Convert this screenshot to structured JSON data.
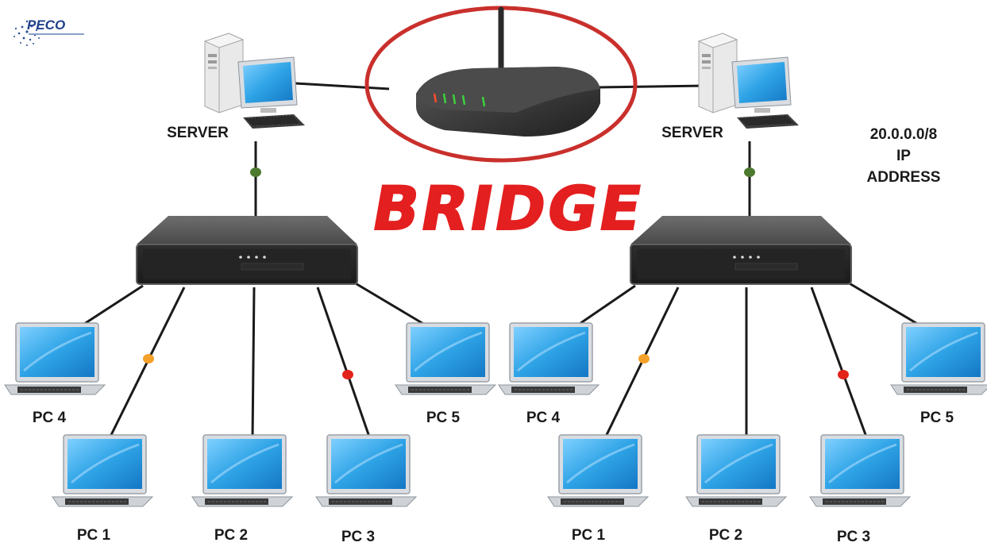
{
  "logo": {
    "text": "PECO",
    "icon": "globe-dots-icon"
  },
  "title": "BRIDGE",
  "ip_info": {
    "line1": "20.0.0.0/8",
    "line2": "IP ADDRESS"
  },
  "colors": {
    "title": "#e41f1f",
    "highlight_ring": "#c9302c",
    "cable": "#1a1a1a",
    "screen": "#2ea3e6",
    "switch_body": "#3c3c3c",
    "node_green": "#4c7a2e",
    "node_orange": "#f4a12a",
    "node_red": "#e2231a"
  },
  "networks": [
    {
      "server_label": "SERVER",
      "pcs": [
        {
          "label": "PC 4"
        },
        {
          "label": "PC 1"
        },
        {
          "label": "PC 2"
        },
        {
          "label": "PC 3"
        },
        {
          "label": "PC 5"
        }
      ]
    },
    {
      "server_label": "SERVER",
      "pcs": [
        {
          "label": "PC 4"
        },
        {
          "label": "PC 1"
        },
        {
          "label": "PC 2"
        },
        {
          "label": "PC 3"
        },
        {
          "label": "PC 5"
        }
      ]
    }
  ],
  "icons": {
    "server": "desktop-server-icon",
    "switch": "network-switch-icon",
    "bridge": "wireless-bridge-router-icon",
    "pc": "laptop-icon"
  }
}
